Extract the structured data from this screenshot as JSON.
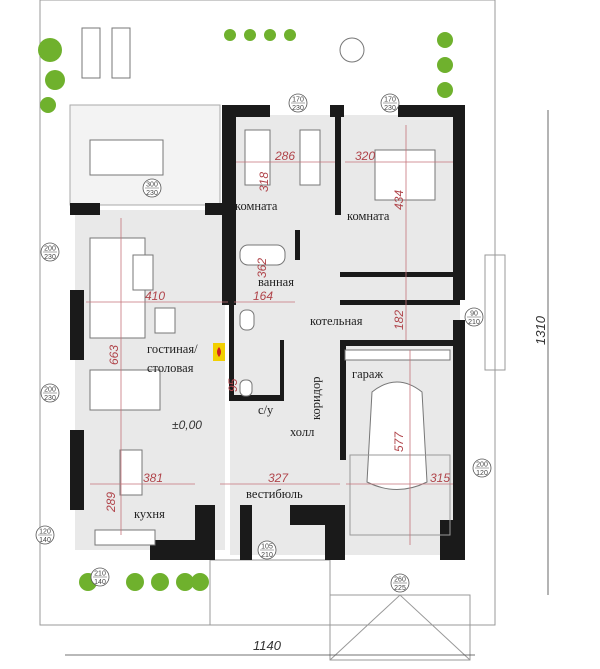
{
  "title": "План первого этажа",
  "rooms": {
    "room1": "комната",
    "room2": "комната",
    "bathroom": "ванная",
    "boiler": "котельная",
    "living1": "гостиная/",
    "living2": "столовая",
    "corridor": "коридор",
    "garage": "гараж",
    "wc": "с/у",
    "hall": "холл",
    "vestibule": "вестибюль",
    "kitchen": "кухня"
  },
  "level_mark": "±0,00",
  "dimensions": {
    "d286": "286",
    "d320": "320",
    "d318": "318",
    "d434": "434",
    "d362": "362",
    "d410": "410",
    "d164": "164",
    "d182": "182",
    "d663": "663",
    "d95": "95",
    "d577": "577",
    "d381": "381",
    "d327": "327",
    "d315": "315",
    "d289": "289"
  },
  "overall": {
    "width": "1140",
    "height": "1310"
  },
  "openings": [
    {
      "top": "170",
      "bottom": "230"
    },
    {
      "top": "170",
      "bottom": "230"
    },
    {
      "top": "300",
      "bottom": "230"
    },
    {
      "top": "200",
      "bottom": "230"
    },
    {
      "top": "200",
      "bottom": "230"
    },
    {
      "top": "90",
      "bottom": "210"
    },
    {
      "top": "200",
      "bottom": "120"
    },
    {
      "top": "120",
      "bottom": "140"
    },
    {
      "top": "105",
      "bottom": "210"
    },
    {
      "top": "210",
      "bottom": "140"
    },
    {
      "top": "260",
      "bottom": "225"
    }
  ],
  "colors": {
    "wall": "#1a1a1a",
    "floor": "#e9e9e9",
    "dimension": "#b0444a",
    "plant": "#6fb12d",
    "fireplace": "#f2d000"
  }
}
